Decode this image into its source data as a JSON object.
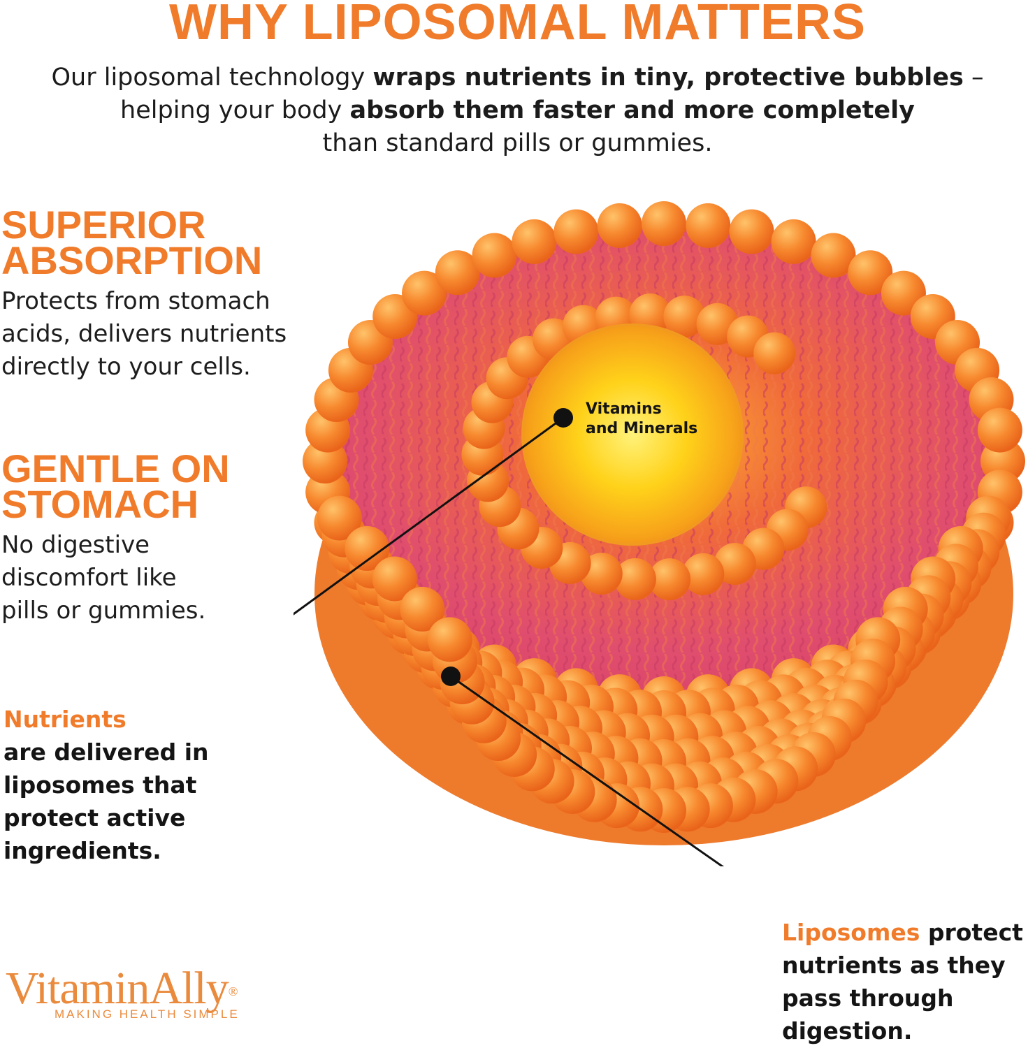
{
  "header": {
    "title": "WHY LIPOSOMAL MATTERS",
    "intro_1": "Our liposomal technology ",
    "intro_1_bold": "wraps nutrients in tiny, protective bubbles",
    "intro_1_end": " –",
    "intro_2": "helping your body ",
    "intro_2_bold": "absorb them faster and more completely",
    "intro_3": "than standard pills or gummies."
  },
  "benefits": [
    {
      "heading_line1": "SUPERIOR",
      "heading_line2": "ABSORPTION",
      "line1": "Protects from stomach",
      "line2": "acids, delivers nutrients",
      "line3": "directly to your cells."
    },
    {
      "heading_line1": "GENTLE ON",
      "heading_line2": "STOMACH",
      "line1": "No digestive",
      "line2": "discomfort like",
      "line3": "pills or gummies."
    }
  ],
  "callouts": {
    "nutrients": {
      "highlight": "Nutrients",
      "line1": "are delivered in",
      "line2": "liposomes that",
      "line3": "protect active",
      "line4": "ingredients."
    },
    "liposomes": {
      "highlight": "Liposomes",
      "line1_rest": " protect",
      "line2": "nutrients as they",
      "line3": "pass through",
      "line4": "digestion."
    },
    "core": {
      "line1": "Vitamins",
      "line2": "and Minerals"
    }
  },
  "brand": {
    "name": "VitaminAlly",
    "registered": "®",
    "tagline": "MAKING HEALTH SIMPLE"
  },
  "colors": {
    "accent": "#f07b2a",
    "text": "#141414",
    "sphere_orange": "#f5862d",
    "tail_pink": "#e0507a",
    "core_yellow": "#ffd21a"
  },
  "icons": {
    "liposome_illustration": "liposome-cross-section-illustration"
  }
}
